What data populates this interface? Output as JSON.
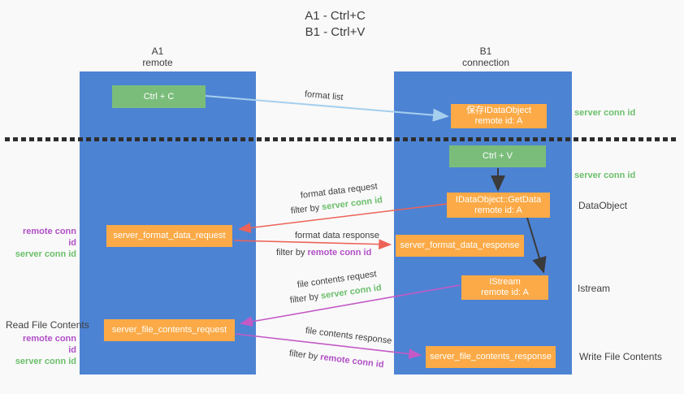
{
  "title": {
    "line1": "A1 - Ctrl+C",
    "line2": "B1 - Ctrl+V"
  },
  "columns": {
    "left": {
      "name": "A1",
      "role": "remote"
    },
    "right": {
      "name": "B1",
      "role": "connection"
    }
  },
  "boxes": {
    "ctrl_c": {
      "label": "Ctrl + C"
    },
    "save_dataobject": {
      "line1": "保存IDataObject",
      "line2": "remote id: A"
    },
    "ctrl_v": {
      "label": "Ctrl + V"
    },
    "getdata": {
      "line1": "IDataObject::GetData",
      "line2": "remote id: A"
    },
    "server_format_data_request": {
      "label": "server_format_data_request"
    },
    "server_format_data_response": {
      "label": "server_format_data_response"
    },
    "istream": {
      "line1": "IStream",
      "line2": "remote id: A"
    },
    "server_file_contents_request": {
      "label": "server_file_contents_request"
    },
    "server_file_contents_response": {
      "label": "server_file_contents_response"
    }
  },
  "flow_labels": {
    "format_list": "format list",
    "format_data_request": "format data request",
    "format_data_request_filter_prefix": "filter by",
    "format_data_request_filter_key": "server conn id",
    "format_data_response": "format data response",
    "format_data_response_filter_prefix": "filter by",
    "format_data_response_filter_key": "remote conn id",
    "file_contents_request": "file contents request",
    "file_contents_request_filter_prefix": "filter by",
    "file_contents_request_filter_key": "server conn id",
    "file_contents_response": "file contents response",
    "file_contents_response_filter_prefix": "filter by",
    "file_contents_response_filter_key": "remote conn id"
  },
  "side_labels": {
    "right_server_conn_id_top": "server conn id",
    "right_server_conn_id_mid": "server conn id",
    "right_dataobject": "DataObject",
    "right_istream": "Istream",
    "right_write_file_contents": "Write File Contents",
    "left_remote_conn_id": "remote conn id",
    "left_server_conn_id": "server conn id",
    "left_read_file_contents": "Read File Contents",
    "left_read_remote_conn_id": "remote conn id",
    "left_read_server_conn_id": "server conn id"
  },
  "colors": {
    "column_blue": "#4d83d3",
    "box_green": "#7abd7b",
    "box_orange": "#fbaa47",
    "arrow_light_blue": "#a6cfee",
    "arrow_red": "#ed6358",
    "arrow_magenta": "#c45ac6",
    "arrow_black": "#3a3a3a",
    "text_green": "#6bbf6b",
    "text_purple": "#b14fc6",
    "text_dark": "#3f3f3f",
    "background": "#f9f9f9"
  }
}
